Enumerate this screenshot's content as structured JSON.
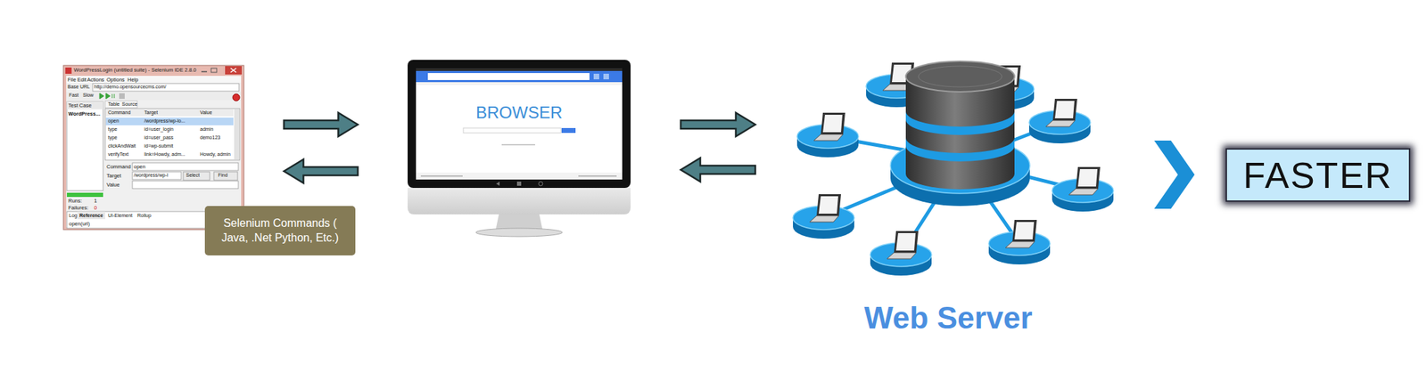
{
  "diagram": {
    "nodes": [
      {
        "text": [
          "WordPressLogin (untitled suite) - Selenium IDE 2.8.0"
        ]
      },
      {
        "text": [
          "Selenium Commands ( Java, .Net Python, Etc.)"
        ]
      },
      {
        "text": [
          "BROWSER"
        ]
      },
      {
        "text": [
          "Web Server"
        ]
      },
      {
        "text": [
          "FASTER"
        ]
      }
    ],
    "edges": [
      {
        "from": 0,
        "to": 2,
        "arrow": "to"
      },
      {
        "from": 2,
        "to": 0,
        "arrow": "to"
      },
      {
        "from": 2,
        "to": 3,
        "arrow": "to"
      },
      {
        "from": 3,
        "to": 2,
        "arrow": "to"
      },
      {
        "from": 3,
        "to": 4,
        "arrow": "to"
      }
    ],
    "labels": [
      "File",
      "Edit",
      "Actions",
      "Options",
      "Help",
      "Base URL",
      "http://demo.opensourcecms.com/",
      "Fast",
      "Slow",
      "Test Case",
      "WordPress...",
      "Table",
      "Source",
      "Command",
      "Target",
      "Value",
      "open",
      "/wordpress/wp-lo...",
      "type",
      "id=user_login",
      "admin",
      "type",
      "id=user_pass",
      "demo123",
      "clickAndWait",
      "id=wp-submit",
      "verifyText",
      "link=Howdy, adm...",
      "Howdy, admin",
      "Command",
      "open",
      "Target",
      "/wordpress/wp-l",
      "Select",
      "Find",
      "Value",
      "Runs:",
      "1",
      "Failures:",
      "0",
      "Log",
      "Reference",
      "UI-Element",
      "Rollup",
      "open(url)"
    ]
  }
}
